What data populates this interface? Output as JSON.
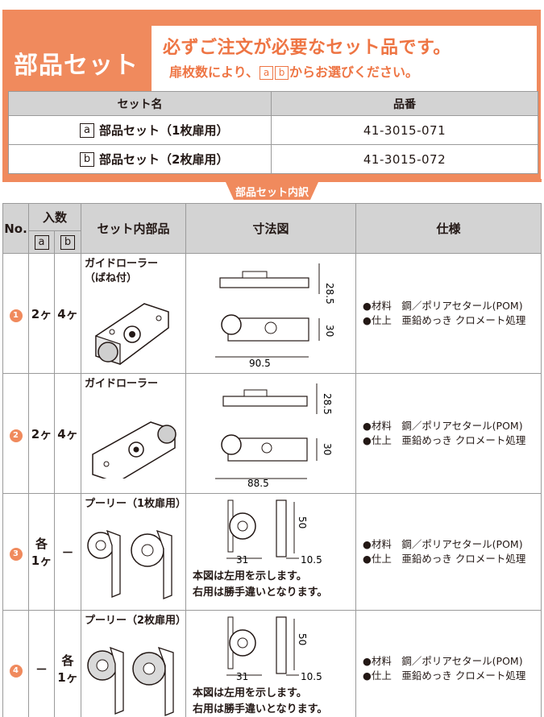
{
  "header": {
    "title": "部品セット",
    "headline": "必ずご注文が必要なセット品です。",
    "sub_prefix": "扉枚数により、",
    "sub_a": "a",
    "sub_b": "b",
    "sub_suffix": "からお選びください。"
  },
  "set_table": {
    "col_name": "セット名",
    "col_code": "品番",
    "rows": [
      {
        "key": "a",
        "name": "部品セット（1枚扉用）",
        "code": "41-3015-071"
      },
      {
        "key": "b",
        "name": "部品セット（2枚扉用）",
        "code": "41-3015-072"
      }
    ]
  },
  "breakdown_label": "部品セット内訳",
  "main_table": {
    "col_no": "No.",
    "col_qty": "入数",
    "qty_a": "a",
    "qty_b": "b",
    "col_part": "セット内部品",
    "col_dim": "寸法図",
    "col_spec": "仕様",
    "rows": [
      {
        "no": "1",
        "qty_a": "2ヶ",
        "qty_b": "4ヶ",
        "part_line1": "ガイドローラー",
        "part_line2": "（ばね付）",
        "dim_height": "28.5",
        "dim_depth": "30",
        "dim_width": "90.5",
        "spec_material": "●材料　鋼／ポリアセタール(POM)",
        "spec_finish": "●仕上　亜鉛めっき クロメート処理"
      },
      {
        "no": "2",
        "qty_a": "2ヶ",
        "qty_b": "4ヶ",
        "part_line1": "ガイドローラー",
        "part_line2": "",
        "dim_height": "28.5",
        "dim_depth": "30",
        "dim_width": "88.5",
        "spec_material": "●材料　鋼／ポリアセタール(POM)",
        "spec_finish": "●仕上　亜鉛めっき クロメート処理"
      },
      {
        "no": "3",
        "qty_a_line1": "各",
        "qty_a_line2": "1ヶ",
        "qty_b": "－",
        "part_line1": "プーリー（1枚扉用）",
        "dim_height": "50",
        "dim_w1": "31",
        "dim_w2": "10.5",
        "note_line1": "本図は左用を示します。",
        "note_line2": "右用は勝手違いとなります。",
        "spec_material": "●材料　鋼／ポリアセタール(POM)",
        "spec_finish": "●仕上　亜鉛めっき クロメート処理"
      },
      {
        "no": "4",
        "qty_a": "－",
        "qty_b_line1": "各",
        "qty_b_line2": "1ヶ",
        "part_line1": "プーリー（2枚扉用）",
        "dim_height": "50",
        "dim_w1": "31",
        "dim_w2": "10.5",
        "note_line1": "本図は左用を示します。",
        "note_line2": "右用は勝手違いとなります。",
        "spec_material": "●材料　鋼／ポリアセタール(POM)",
        "spec_finish": "●仕上　亜鉛めっき クロメート処理"
      }
    ]
  },
  "colors": {
    "accent": "#f08a5d",
    "accent_text": "#ee7544",
    "header_gray": "#d3d3d3"
  }
}
